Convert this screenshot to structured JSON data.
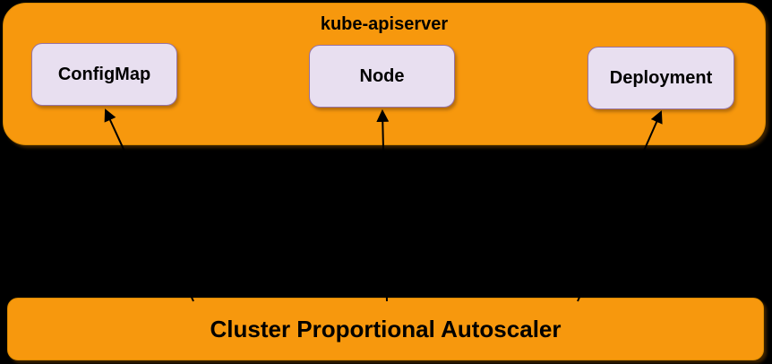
{
  "diagram": {
    "apiserver": {
      "title": "kube-apiserver",
      "resources": [
        {
          "label": "ConfigMap"
        },
        {
          "label": "Node"
        },
        {
          "label": "Deployment"
        }
      ]
    },
    "autoscaler": {
      "title": "Cluster Proportional Autoscaler"
    },
    "connections": [
      {
        "from": "Cluster Proportional Autoscaler",
        "to": "ConfigMap"
      },
      {
        "from": "Cluster Proportional Autoscaler",
        "to": "Node"
      },
      {
        "from": "Cluster Proportional Autoscaler",
        "to": "Deployment"
      }
    ],
    "colors": {
      "background": "#000000",
      "container_fill": "#F7980D",
      "container_stroke": "#DB8A00",
      "resource_fill": "#E8DFF0",
      "resource_stroke": "#9673A6",
      "arrow": "#000000",
      "text": "#000000"
    }
  }
}
